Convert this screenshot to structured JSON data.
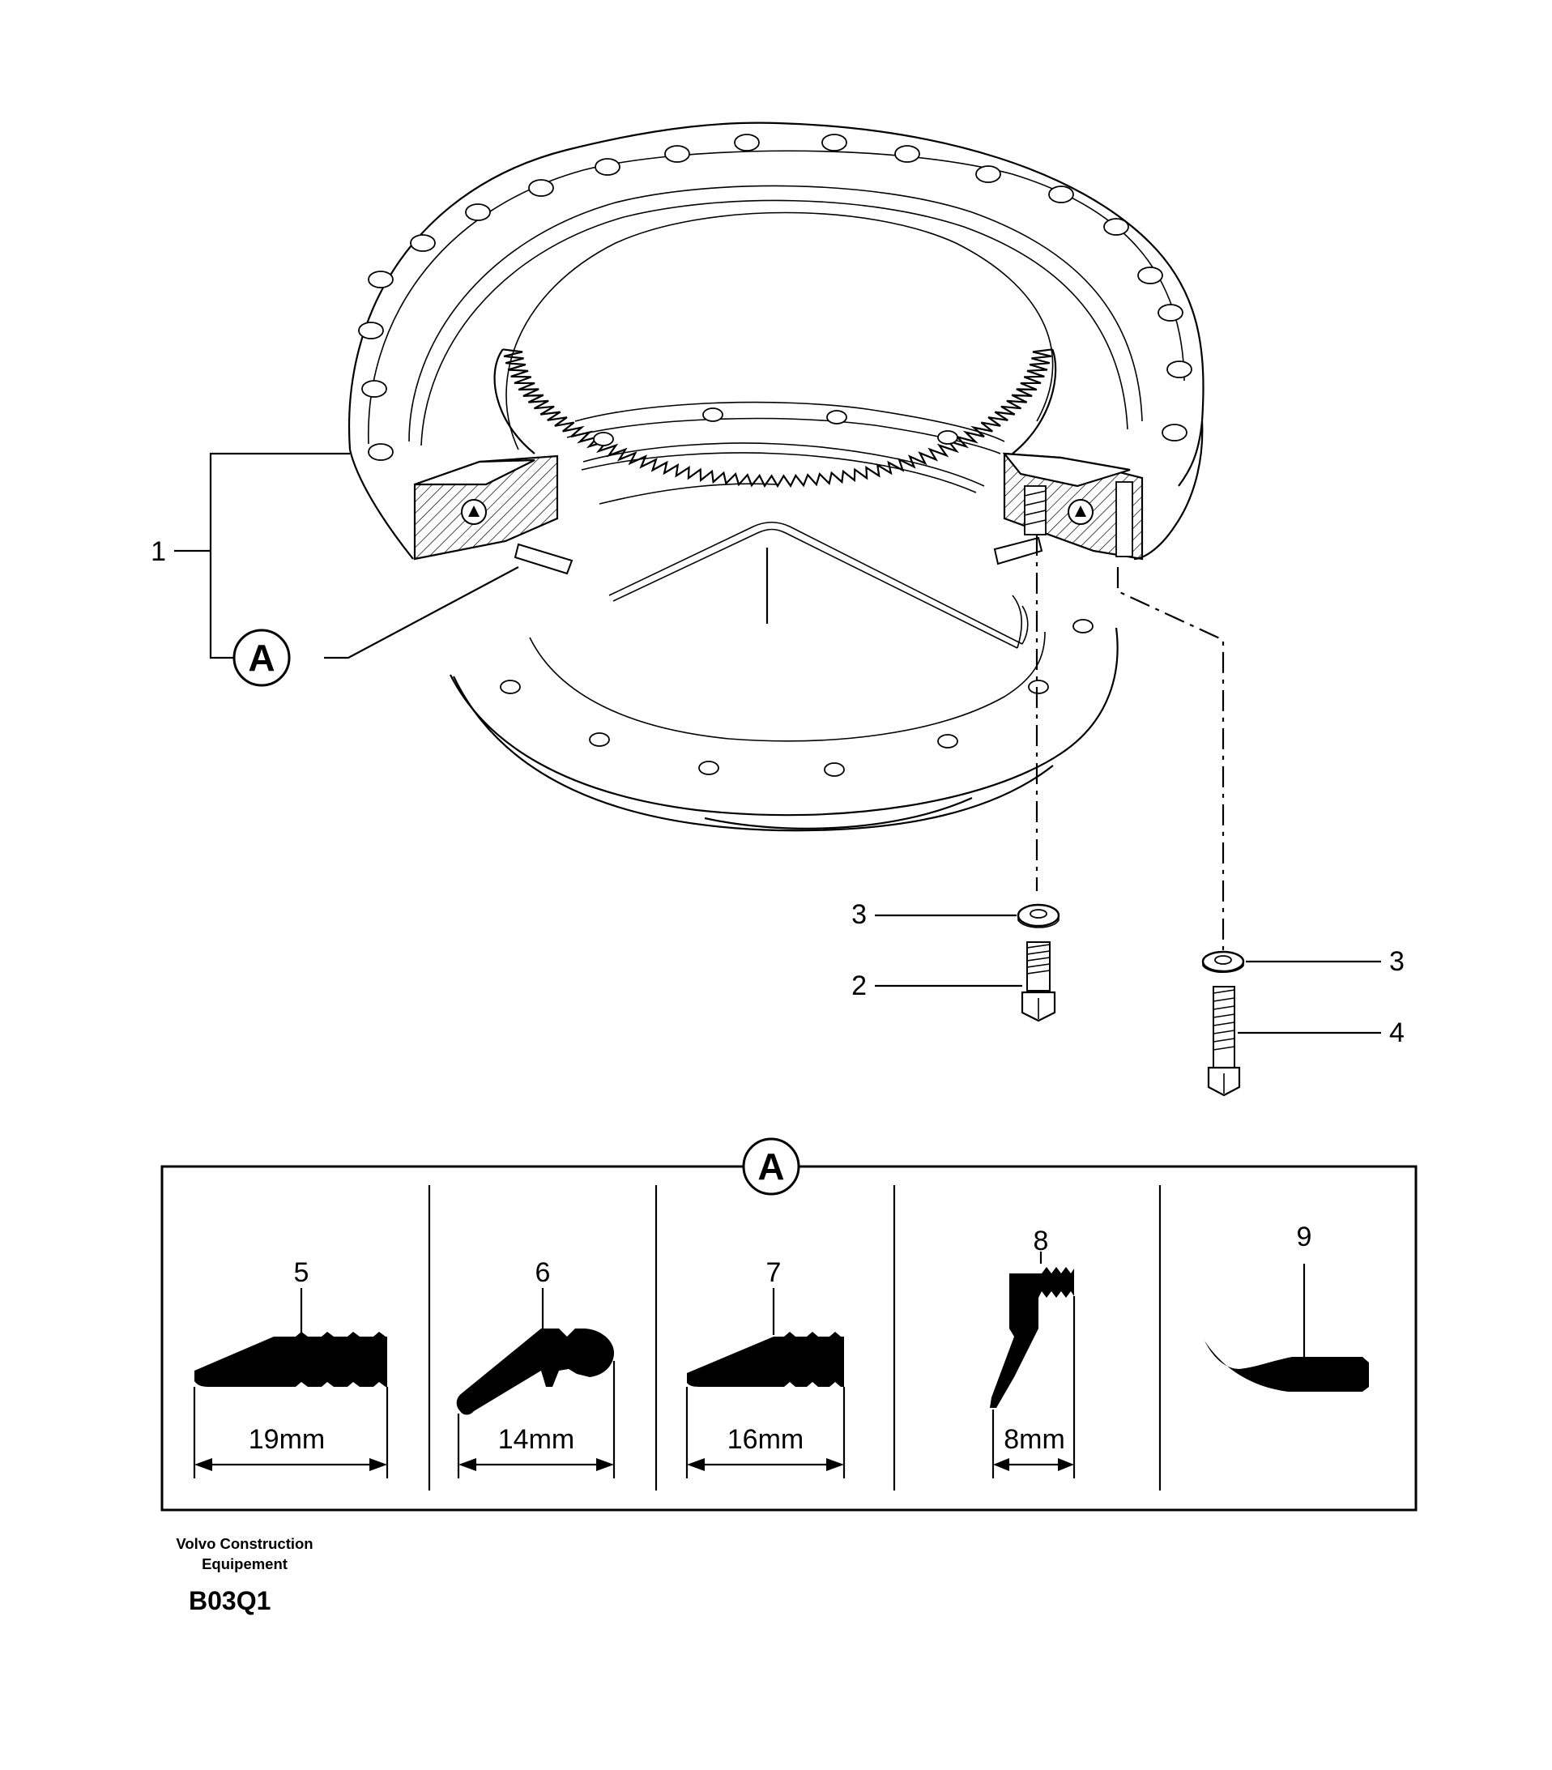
{
  "callouts": {
    "ring": "1",
    "bolt_short": "2",
    "washer_left": "3",
    "washer_right": "3",
    "bolt_long": "4",
    "detail_ref": "A"
  },
  "detail_panel": {
    "title": "A",
    "seals": [
      {
        "item": "5",
        "dimension": "19mm"
      },
      {
        "item": "6",
        "dimension": "14mm"
      },
      {
        "item": "7",
        "dimension": "16mm"
      },
      {
        "item": "8",
        "dimension": "8mm"
      },
      {
        "item": "9",
        "dimension": ""
      }
    ]
  },
  "footer": {
    "maker_line1": "Volvo Construction",
    "maker_line2": "Equipement",
    "drawing_code": "B03Q1"
  }
}
